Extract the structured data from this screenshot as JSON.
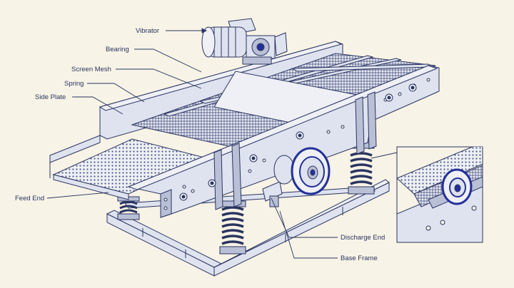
{
  "labels": {
    "vibrator": "Vibrator",
    "bearing": "Bearing",
    "screen_mesh": "Screen Mesh",
    "spring": "Spring",
    "side_plate": "Side Plate",
    "feed_end": "Feed End",
    "discharge_end": "Discharge End",
    "base_frame": "Base Frame"
  },
  "colors": {
    "background": "#f7f3e6",
    "ink": "#2a3460",
    "metal": "#dfe3ef",
    "metal_dark": "#b9c0d6",
    "accent": "#24309a"
  }
}
